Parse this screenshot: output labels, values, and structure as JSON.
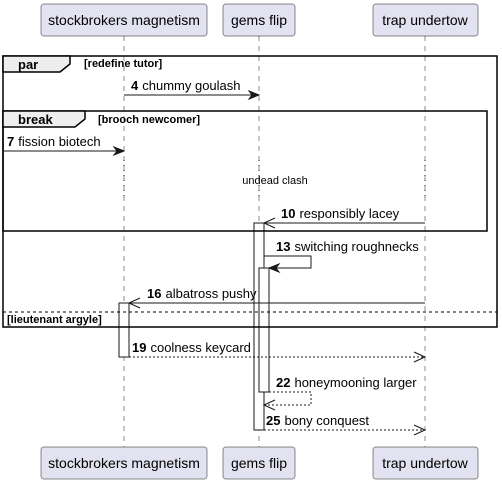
{
  "participants": [
    {
      "id": "stockbrokers",
      "label": "stockbrokers magnetism"
    },
    {
      "id": "gems",
      "label": "gems flip"
    },
    {
      "id": "trap",
      "label": "trap undertow"
    }
  ],
  "fragments": {
    "par": {
      "label": "par",
      "guard": "[redefine tutor]",
      "else_guard": "[lieutenant argyle]"
    },
    "break": {
      "label": "break",
      "guard": "[brooch newcomer]"
    }
  },
  "delay": {
    "text": "undead clash"
  },
  "messages": [
    {
      "num": "4",
      "text": "chummy goulash"
    },
    {
      "num": "7",
      "text": "fission biotech"
    },
    {
      "num": "10",
      "text": "responsibly lacey"
    },
    {
      "num": "13",
      "text": "switching roughnecks"
    },
    {
      "num": "16",
      "text": "albatross pushy"
    },
    {
      "num": "19",
      "text": "coolness keycard"
    },
    {
      "num": "22",
      "text": "honeymooning larger"
    },
    {
      "num": "25",
      "text": "bony conquest"
    }
  ]
}
